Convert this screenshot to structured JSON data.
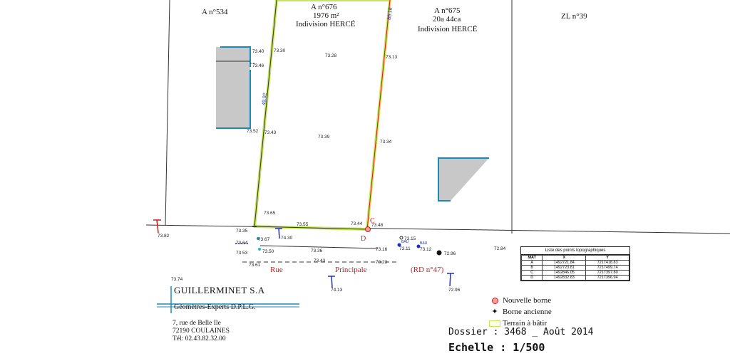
{
  "parcels": {
    "a534": "A n°534",
    "a676": {
      "id": "A n°676",
      "area": "1976 m²",
      "owner": "Indivision HERCÉ"
    },
    "a675": {
      "id": "A n°675",
      "area": "20a 44ca",
      "owner": "Indivision HERCÉ"
    },
    "zl39": "ZL n°39"
  },
  "elevations": {
    "e1": "73.40",
    "e2": "73.46",
    "e3": "73.30",
    "e4": "73.28",
    "e5": "73.13",
    "e6": "73.52",
    "e7": "73.43",
    "e8": "73.39",
    "e9": "73.34",
    "e10": "73.65",
    "e11": "73.35",
    "e12": "73.55",
    "e13": "73.44",
    "e14": "73.48",
    "e15": "73.82",
    "e16": "73.67",
    "e17": "74.30",
    "e18": "73.64",
    "e19": "73.53",
    "e20": "73.50",
    "e21": "73.36",
    "e22": "73.16",
    "e23": "73.15",
    "e24": "73.11",
    "e25": "73.12",
    "e26": "72.96",
    "e27": "72.84",
    "e28": "73.61",
    "e29": "73.43",
    "e30": "73.23",
    "e31": "73.74",
    "e32": "74.13",
    "e33": "72.96"
  },
  "dimensions": {
    "west": "49.92",
    "east": "85.18"
  },
  "points": {
    "c": "C",
    "d": "D"
  },
  "network_labels": {
    "bau1": "BAU",
    "bau2": "BAU"
  },
  "road": {
    "w1": "Rue",
    "w2": "Principale",
    "w3": "(RD n°47)"
  },
  "points_table": {
    "title": "Liste des points topographiques",
    "headers": [
      "MAT",
      "X",
      "Y"
    ],
    "rows": [
      [
        "A",
        "1492721.84",
        "7217418.83"
      ],
      [
        "B",
        "1492723.81",
        "7217499.74"
      ],
      [
        "C",
        "1492846.05",
        "7217397.80"
      ],
      [
        "D",
        "1492832.83",
        "7217396.94"
      ]
    ]
  },
  "company": {
    "name": "GUILLERMINET S.A",
    "profession": "Géomètres-Experts D.P.L.G.",
    "address": [
      "7, rue de Belle Ile",
      "72190 COULAINES",
      "Tél: 02.43.82.32.00"
    ]
  },
  "legend": {
    "new_borne": "Nouvelle borne",
    "old_borne": "Borne ancienne",
    "terrain": "Terrain à bâtir"
  },
  "dossier": "Dossier : 3468 _ Août 2014",
  "echelle": "Echelle : 1/500",
  "colors": {
    "parcel_outline": "#c8e65a",
    "building_fill": "#c8c8c8",
    "building_edge": "#1a8ab8",
    "marker_red": "#d01a1a",
    "marker_blue": "#1a2fd0"
  }
}
